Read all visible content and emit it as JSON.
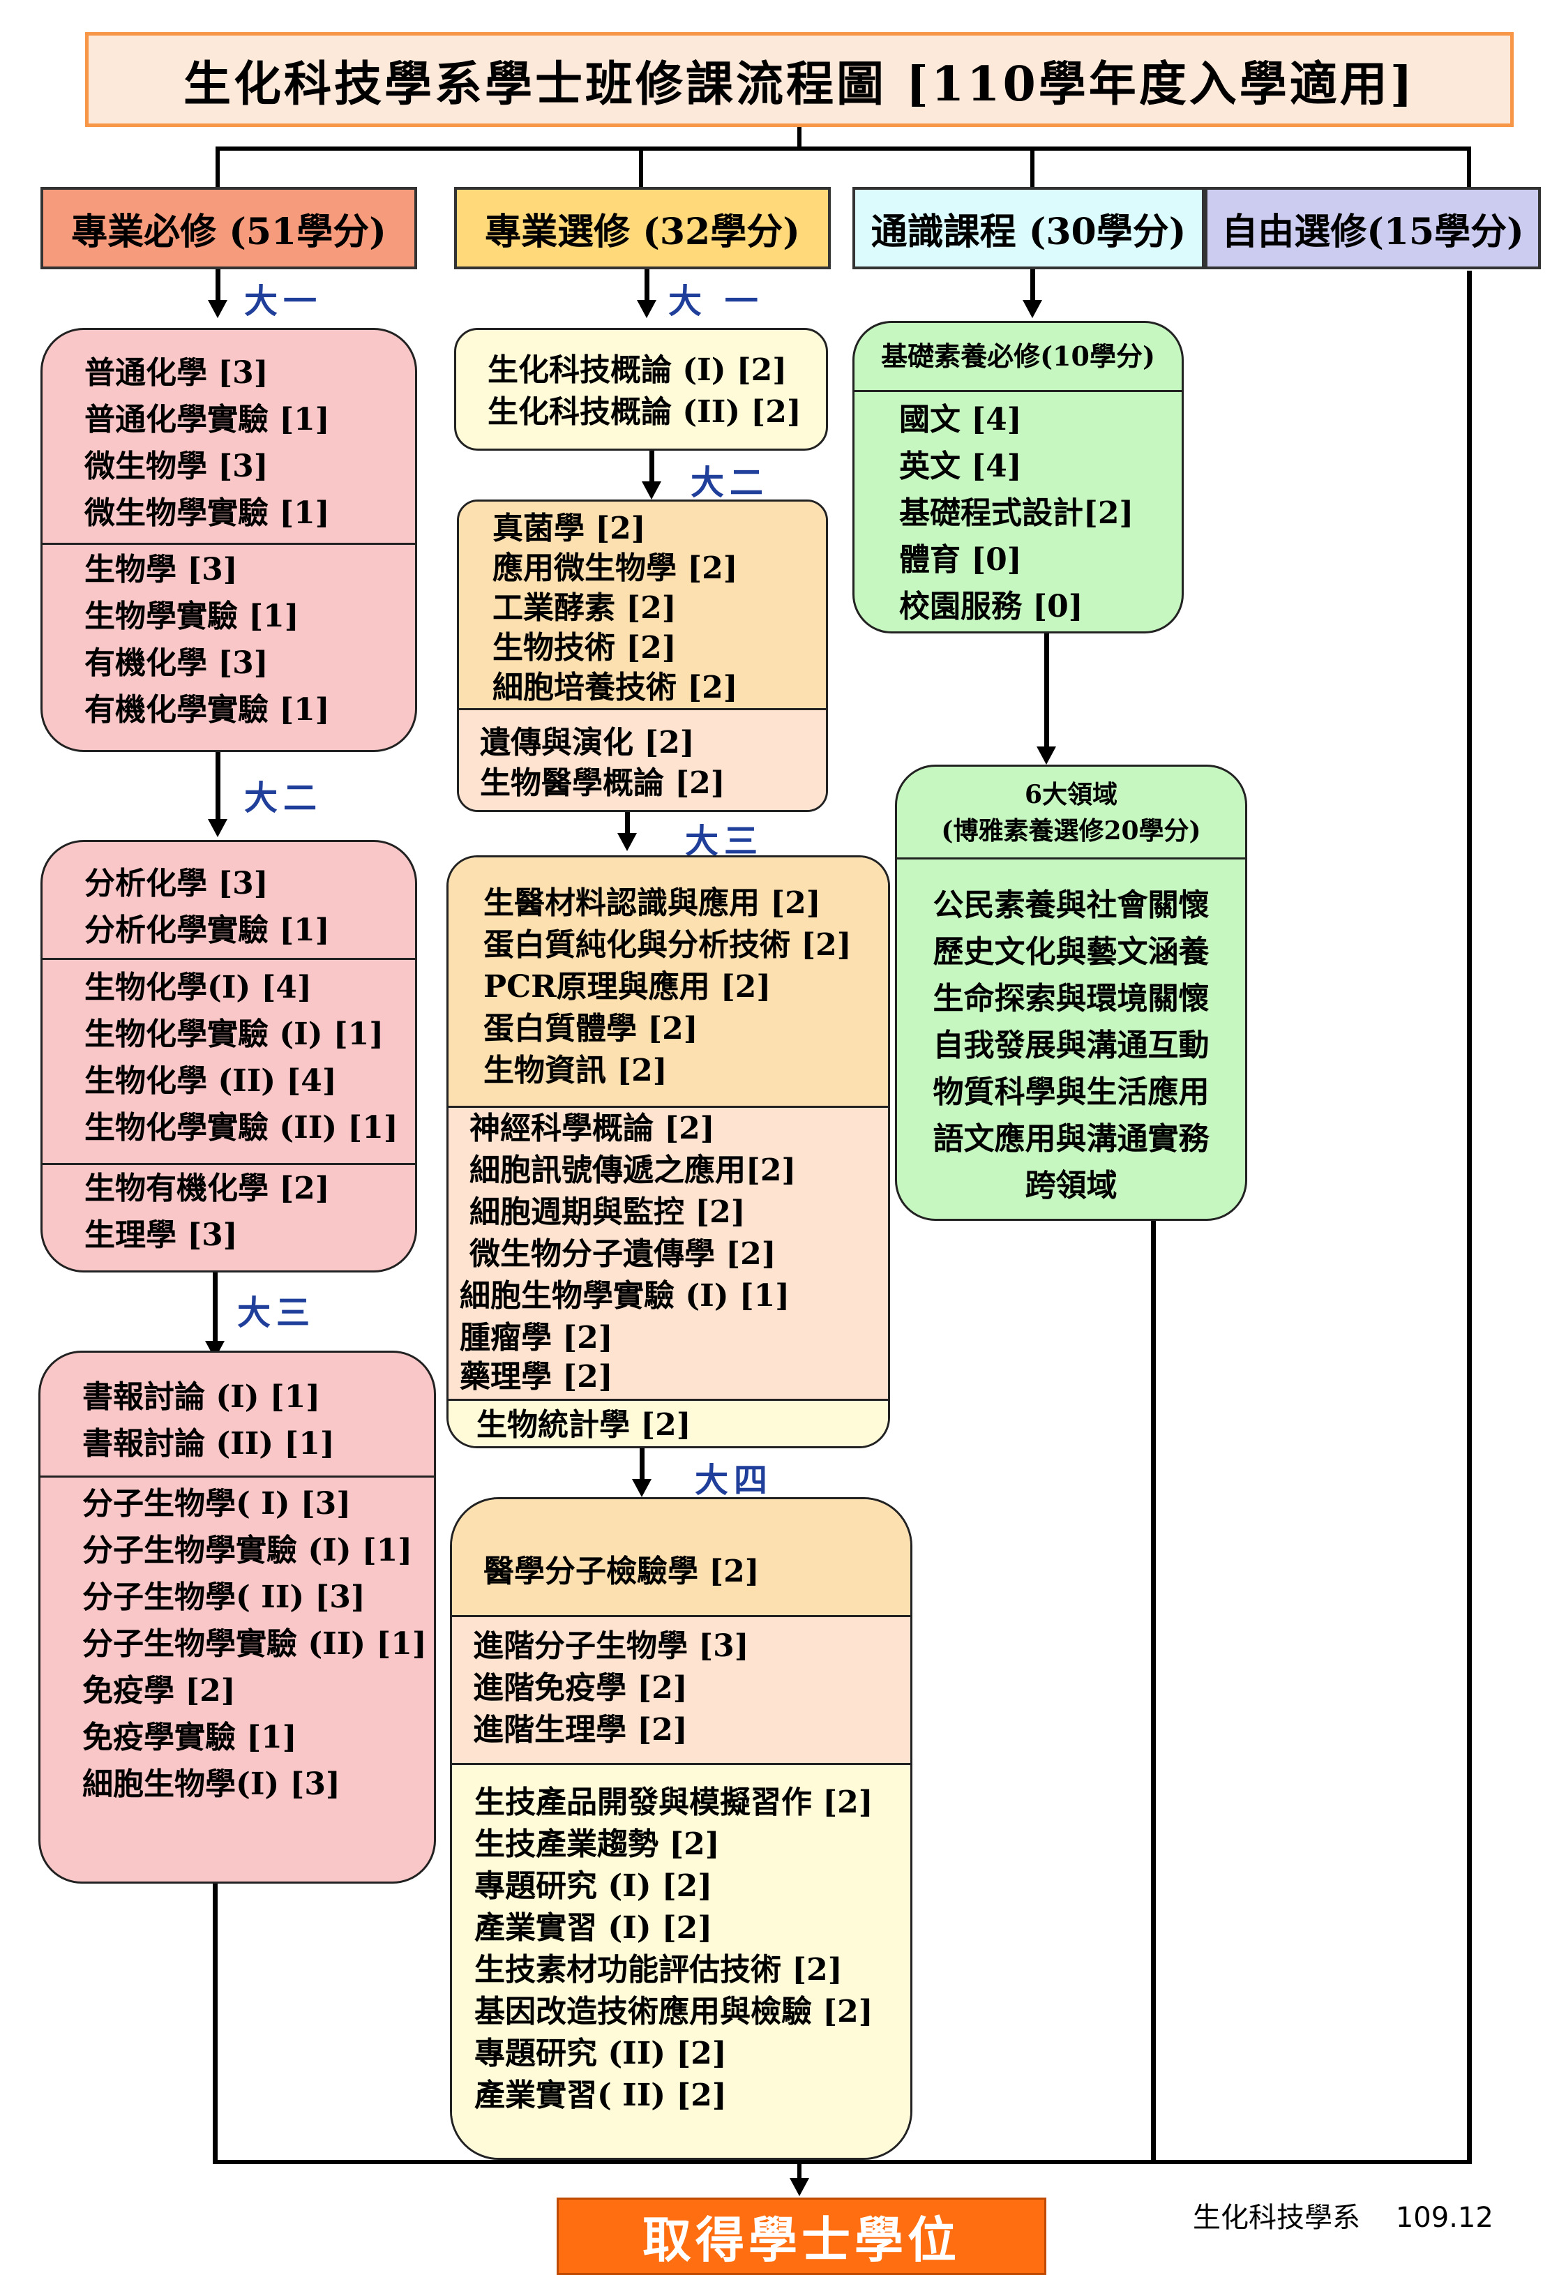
{
  "title": "生化科技學系學士班修課流程圖  [110學年度入學適用]",
  "headers": {
    "required": "專業必修 (51學分)",
    "elective": "專業選修 (32學分)",
    "general": "通識課程 (30學分)",
    "free": "自由選修(15學分)"
  },
  "year_labels": {
    "y1": "大一",
    "y1_spaced": "大 一",
    "y2": "大二",
    "y3": "大三",
    "y4": "大四"
  },
  "required": {
    "year1_a": [
      "普通化學  [3]",
      "普通化學實驗  [1]",
      "微生物學  [3]",
      "微生物學實驗  [1]"
    ],
    "year1_b": [
      "生物學  [3]",
      "生物學實驗  [1]",
      "有機化學  [3]",
      "有機化學實驗  [1]"
    ],
    "year2_a": [
      "分析化學 [3]",
      "分析化學實驗  [1]"
    ],
    "year2_b": [
      "生物化學(I)  [4]",
      "生物化學實驗 (I)  [1]",
      "生物化學 (II) [4]",
      "生物化學實驗 (II)  [1]"
    ],
    "year2_c": [
      "生物有機化學  [2]",
      "生理學 [3]"
    ],
    "year3_a": [
      "書報討論 (I)  [1]",
      "書報討論 (II)  [1]"
    ],
    "year3_b": [
      "分子生物學( I) [3]",
      "分子生物學實驗 (I) [1]",
      "分子生物學( II) [3]",
      "分子生物學實驗 (II) [1]",
      "免疫學 [2]",
      "免疫學實驗  [1]",
      "細胞生物學(I)   [3]"
    ]
  },
  "elective": {
    "year1": [
      "生化科技概論 (I) [2]",
      "生化科技概論 (II) [2]"
    ],
    "year2_a": [
      "真菌學 [2]",
      "應用微生物學 [2]",
      "工業酵素 [2]",
      "生物技術  [2]",
      "細胞培養技術 [2]"
    ],
    "year2_b": [
      "遺傳與演化 [2]",
      "生物醫學概論 [2]"
    ],
    "year3_a": [
      "生醫材料認識與應用 [2]",
      "蛋白質純化與分析技術 [2]",
      "PCR原理與應用 [2]",
      "蛋白質體學 [2]",
      "生物資訊 [2]"
    ],
    "year3_b": [
      "神經科學概論 [2]",
      "細胞訊號傳遞之應用[2]",
      "細胞週期與監控 [2]",
      "微生物分子遺傳學 [2]",
      "細胞生物學實驗 (I)  [1]",
      "腫瘤學 [2]",
      "藥理學 [2]"
    ],
    "year3_c": [
      "生物統計學 [2]"
    ],
    "year4_a": [
      "醫學分子檢驗學 [2]"
    ],
    "year4_b": [
      "進階分子生物學 [3]",
      "進階免疫學 [2]",
      "進階生理學 [2]"
    ],
    "year4_c": [
      "生技產品開發與模擬習作 [2]",
      "生技產業趨勢 [2]",
      "專題研究 (I) [2]",
      "產業實習 (I) [2]",
      "生技素材功能評估技術 [2]",
      "基因改造技術應用與檢驗 [2]",
      "專題研究 (II) [2]",
      "產業實習( II) [2]"
    ]
  },
  "general": {
    "basic_title": "基礎素養必修(10學分)",
    "basic_items": [
      "國文 [4]",
      "英文 [4]",
      "基礎程式設計[2]",
      "體育 [0]",
      "校園服務 [0]"
    ],
    "domains_title_1": "6大領域",
    "domains_title_2": "(博雅素養選修20學分)",
    "domains": [
      "公民素養與社會關懷",
      "歷史文化與藝文涵養",
      "生命探索與環境關懷",
      "自我發展與溝通互動",
      "物質科學與生活應用",
      "語文應用與溝通實務",
      "跨領域"
    ]
  },
  "degree": "取得學士學位",
  "footer": "生化科技學系    109.12",
  "colors": {
    "required_head": "#f79b7d",
    "required_box": "#f9c7c7",
    "elective_head": "#ffd97a",
    "elective_yellow": "#fffbd9",
    "elective_orange": "#fde0b0",
    "elective_peach": "#fde3d0",
    "general_head": "#dcfbfd",
    "general_box": "#c7f7c1",
    "free_head": "#ccccf0",
    "degree": "#ff6e10"
  }
}
